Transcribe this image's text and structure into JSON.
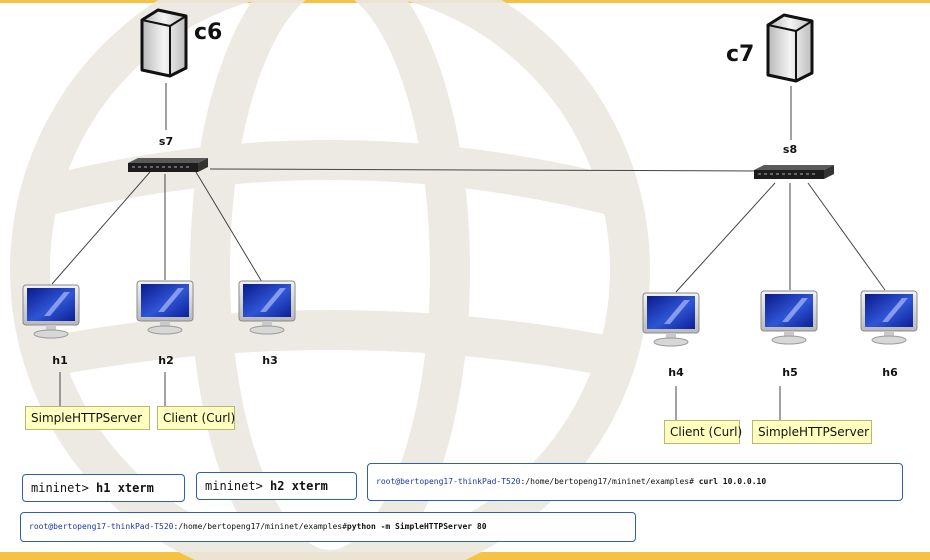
{
  "controllers": [
    {
      "id": "c6",
      "label": "c6"
    },
    {
      "id": "c7",
      "label": "c7"
    }
  ],
  "switches": [
    {
      "id": "s7",
      "label": "s7"
    },
    {
      "id": "s8",
      "label": "s8"
    }
  ],
  "hosts": [
    {
      "id": "h1",
      "label": "h1"
    },
    {
      "id": "h2",
      "label": "h2"
    },
    {
      "id": "h3",
      "label": "h3"
    },
    {
      "id": "h4",
      "label": "h4"
    },
    {
      "id": "h5",
      "label": "h5"
    },
    {
      "id": "h6",
      "label": "h6"
    }
  ],
  "notes": {
    "h1": "SimpleHTTPServer",
    "h2": "Client (Curl)",
    "h4": "Client (Curl)",
    "h5": "SimpleHTTPServer"
  },
  "commands": {
    "cmd1": {
      "prompt": "mininet>",
      "command": "h1 xterm"
    },
    "cmd2": {
      "prompt": "mininet>",
      "command": "h2 xterm"
    },
    "cmd3": {
      "user": "root@bertopeng17-thinkPad-T520",
      "path": ":/home/bertopeng17/mininet/examples#",
      "command": "curl 10.0.0.10"
    },
    "cmd4": {
      "user": "root@bertopeng17-thinkPad-T520",
      "path": ":/home/bertopeng17/mininet/examples#",
      "command": "python -m SimpleHTTPServer 80"
    }
  },
  "colors": {
    "accent_bar": "#f5c243",
    "note_fill": "#ffffc0",
    "command_border": "#2e5fb2",
    "user_text": "#1a3a9e"
  }
}
